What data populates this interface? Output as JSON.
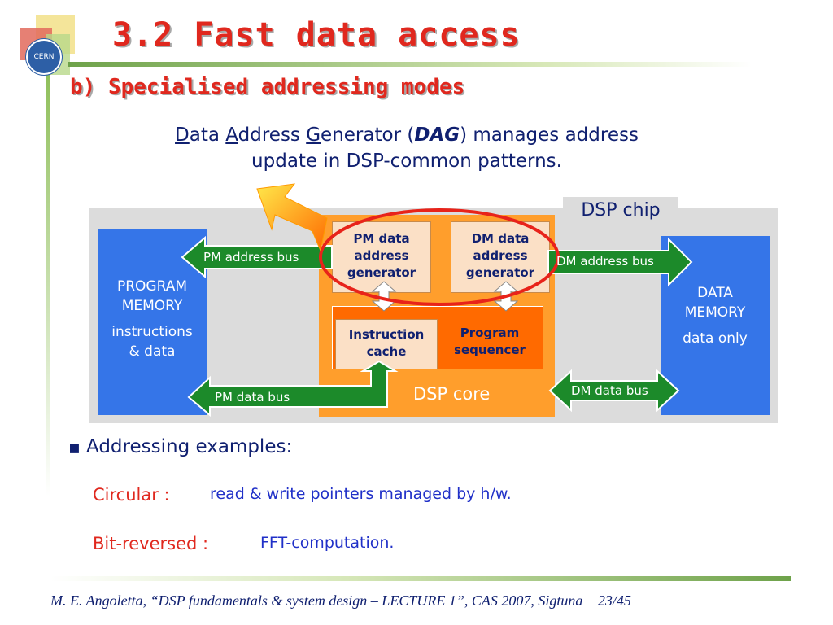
{
  "slide": {
    "title": "3.2 Fast data access",
    "subtitle": "b) Specialised addressing modes",
    "logo_text": "CERN"
  },
  "intro": {
    "d": "D",
    "ata": "ata ",
    "a": "A",
    "ddress": "ddress ",
    "g": "G",
    "enerator": "enerator (",
    "dag": "DAG",
    "rest1": ") manages address",
    "line2": "update in DSP-common patterns."
  },
  "diagram": {
    "chip_label": "DSP chip",
    "program_memory": {
      "line1": "PROGRAM",
      "line2": "MEMORY",
      "line3": "instructions",
      "line4": "& data"
    },
    "data_memory": {
      "line1": "DATA",
      "line2": "MEMORY",
      "line3": "data only"
    },
    "pm_gen": {
      "line1": "PM data",
      "line2": "address",
      "line3": "generator"
    },
    "dm_gen": {
      "line1": "DM data",
      "line2": "address",
      "line3": "generator"
    },
    "icache": {
      "line1": "Instruction",
      "line2": "cache"
    },
    "sequencer": {
      "line1": "Program",
      "line2": "sequencer"
    },
    "core_label": "DSP core",
    "pm_address_bus": "PM address bus",
    "dm_address_bus": "DM address bus",
    "pm_data_bus": "PM data bus",
    "dm_data_bus": "DM data bus"
  },
  "examples": {
    "heading": "Addressing examples:",
    "items": [
      {
        "label": "Circular :",
        "desc": "read & write pointers managed by h/w."
      },
      {
        "label": "Bit-reversed :",
        "desc": "FFT-computation."
      }
    ]
  },
  "footer": {
    "text": "M. E. Angoletta, “DSP fundamentals & system design – LECTURE 1”, CAS 2007, Sigtuna",
    "page": "23/45"
  }
}
